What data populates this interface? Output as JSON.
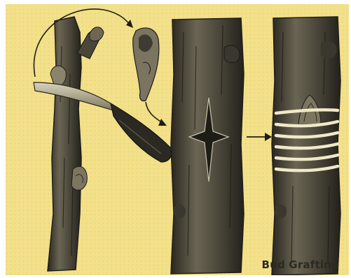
{
  "caption": "Bud Grafting",
  "illustration": {
    "steps": [
      "cut-bud-from-scion",
      "t-shaped-cut-in-stock",
      "insert-bud-and-wrap"
    ]
  },
  "colors": {
    "background": "#f2e08a",
    "bark_dark": "#2f2c24",
    "bark_mid": "#5a5546",
    "bark_light": "#8d8770",
    "tie": "#efe9c8"
  }
}
